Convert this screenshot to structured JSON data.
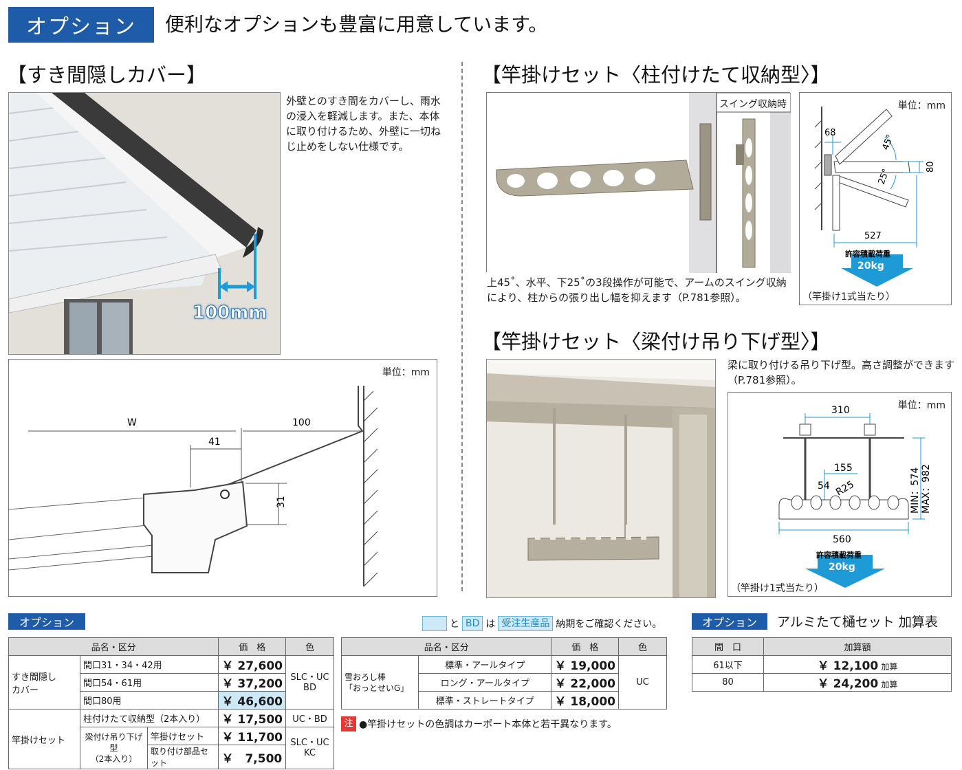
{
  "header": {
    "badge": "オプション",
    "text": "便利なオプションも豊富に用意しています。"
  },
  "cover": {
    "title": "【すき間隠しカバー】",
    "description": "外壁とのすき間をカバーし、雨水の浸入を軽減します。また、本体に取り付けるため、外壁に一切ねじ止めをしない仕様です。",
    "photo_dim": "100mm",
    "diagram": {
      "unit": "単位：mm",
      "w": "W",
      "d100": "100",
      "d41": "41",
      "d31": "31"
    }
  },
  "pole_pillar": {
    "title": "【竿掛けセット〈柱付けたて収納型〉】",
    "swing_label": "スイング収納時",
    "description": "上45˚、水平、下25˚の3段操作が可能で、アームのスイング収納により、柱からの張り出し幅を抑えます（P.781参照）。",
    "diagram": {
      "unit": "単位：mm",
      "d68": "68",
      "a45": "45°",
      "a25": "25°",
      "d80": "80",
      "d527": "527",
      "load_label": "許容積載荷重",
      "load": "20kg",
      "per": "（竿掛け1式当たり）"
    }
  },
  "pole_beam": {
    "title": "【竿掛けセット〈梁付け吊り下げ型〉】",
    "description": "梁に取り付ける吊り下げ型。高さ調整ができます（P.781参照）。",
    "diagram": {
      "unit": "単位：mm",
      "d310": "310",
      "d155": "155",
      "d54": "54",
      "r25": "R25",
      "d560": "560",
      "min": "MIN：574",
      "max": "MAX：982",
      "load_label": "許容積載荷重",
      "load": "20kg",
      "per": "（竿掛け1式当たり）"
    }
  },
  "table1": {
    "badge": "オプション",
    "headers": [
      "品名・区分",
      "価　格",
      "色"
    ],
    "rows": [
      {
        "group": "すき間隠し\nカバー",
        "item": "間口31・34・42用",
        "price": "￥ 27,600",
        "color": "SLC・UC\nBD"
      },
      {
        "item": "間口54・61用",
        "price": "￥ 37,200"
      },
      {
        "item": "間口80用",
        "price": "￥ 46,600"
      },
      {
        "group": "竿掛けセット",
        "item": "柱付けたて収納型（2本入り）",
        "price": "￥ 17,500",
        "color": "UC・BD"
      },
      {
        "subgroup": "梁付け吊り下げ型\n（2本入り）",
        "item": "竿掛けセット",
        "price": "￥ 11,700",
        "color": "SLC・UC\nKC"
      },
      {
        "item": "取り付け部品セット",
        "price": "￥　7,500"
      }
    ]
  },
  "legend": {
    "and": "と",
    "bd": "BD",
    "wa": "は",
    "made": "受注生産品",
    "text": "納期をご確認ください。"
  },
  "table2": {
    "headers": [
      "品名・区分",
      "価　格",
      "色"
    ],
    "group": "雪おろし棒\n「おっとせいG」",
    "rows": [
      {
        "item": "標準・アールタイプ",
        "price": "￥ 19,000"
      },
      {
        "item": "ロング・アールタイプ",
        "price": "￥ 22,000"
      },
      {
        "item": "標準・ストレートタイプ",
        "price": "￥ 18,000"
      }
    ],
    "color": "UC"
  },
  "note": {
    "mark": "注",
    "text": "●竿掛けセットの色調はカーポート本体と若干異なります。"
  },
  "table3": {
    "badge": "オプション",
    "title": "アルミたて樋セット 加算表",
    "headers": [
      "間　口",
      "加算額"
    ],
    "rows": [
      {
        "width": "61以下",
        "price": "￥ 12,100",
        "suffix": "加算"
      },
      {
        "width": "80",
        "price": "￥ 24,200",
        "suffix": "加算"
      }
    ]
  }
}
